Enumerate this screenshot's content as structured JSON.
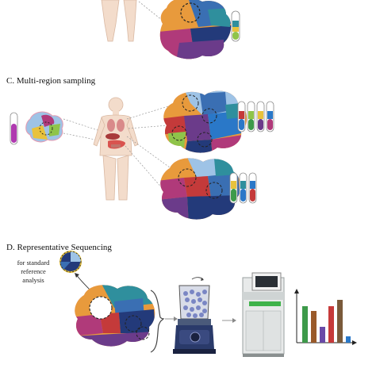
{
  "panels": {
    "c": {
      "title": "C. Multi-region sampling"
    },
    "d": {
      "title": "D. Representative Sequencing",
      "note_line1": "for standard",
      "note_line2": "reference",
      "note_line3": "analysis"
    }
  },
  "colors": {
    "tumor_orange": "#e89a3c",
    "tumor_blue": "#3a6fb3",
    "tumor_navy": "#233a7a",
    "tumor_purple": "#6b3b8a",
    "tumor_magenta": "#b03a7a",
    "tumor_teal": "#2f8f9d",
    "tumor_green": "#8fc44a",
    "tumor_red": "#c43a3a",
    "tumor_lightblue": "#9ec3e6",
    "tumor_pink_border": "#e69ab0",
    "bar_green": "#3d9a4a",
    "bar_brown": "#9a5a2a",
    "bar_purple": "#6a4aa8",
    "bar_red": "#c73a3a",
    "bar_blue": "#2a78c8",
    "body_skin": "#f3dccb",
    "organ_red": "#d9534f"
  },
  "icons": {
    "body": "human-body-icon",
    "tube": "test-tube-icon",
    "tumor": "tumor-mass-icon",
    "blender": "homogenizer-icon",
    "sequencer": "sequencer-machine-icon",
    "barchart": "bar-chart-icon"
  }
}
